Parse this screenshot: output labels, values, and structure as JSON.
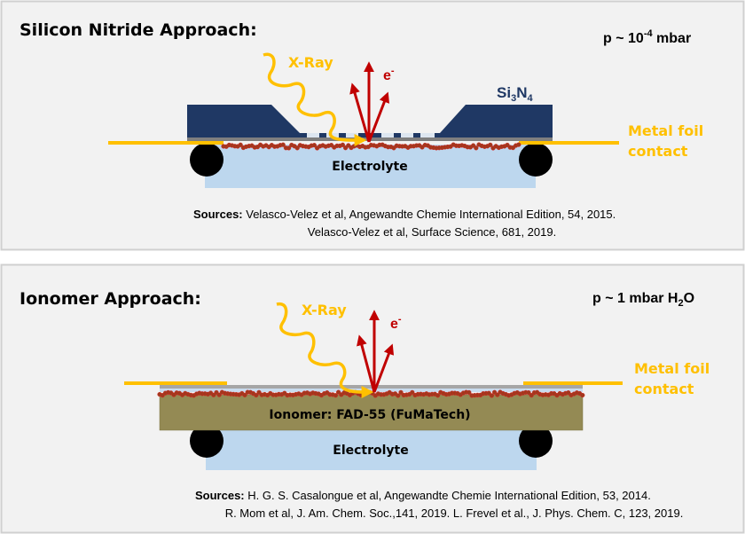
{
  "colors": {
    "xray": "#ffc000",
    "electron": "#c00000",
    "si3n4": "#1f3864",
    "electrolyte": "#bdd7ee",
    "ionomer": "#948a54",
    "particles": "#a0391e"
  },
  "top_panel": {
    "title": "Silicon Nitride Approach:",
    "pressure_prefix": "p ~ 10",
    "pressure_exp": "-4",
    "pressure_suffix": " mbar",
    "xray_label": "X-Ray",
    "electron_label": "e",
    "electron_sup": "-",
    "si3n4_label": {
      "si": "Si",
      "s1": "3",
      "n": "N",
      "s2": "4"
    },
    "foil_line1": "Metal foil",
    "foil_line2": "contact",
    "electrolyte_label": "Electrolyte",
    "sources_label": "Sources:",
    "sources_line1": " Velasco-Velez et al, Angewandte Chemie International Edition, 54, 2015.",
    "sources_line2": "Velasco-Velez et al, Surface Science, 681, 2019."
  },
  "bottom_panel": {
    "title": "Ionomer Approach:",
    "pressure_prefix": "p ~ 1 mbar H",
    "pressure_sub": "2",
    "pressure_suffix": "O",
    "xray_label": "X-Ray",
    "electron_label": "e",
    "electron_sup": "-",
    "foil_line1": "Metal foil",
    "foil_line2": "contact",
    "ionomer_label": "Ionomer: FAD-55 (FuMaTech)",
    "electrolyte_label": "Electrolyte",
    "sources_label": "Sources:",
    "sources_line1": " H. G. S. Casalongue et al, Angewandte Chemie International Edition, 53, 2014.",
    "sources_line2": "R. Mom et al, J. Am. Chem. Soc.,141, 2019. L. Frevel et al., J. Phys. Chem. C, 123, 2019."
  }
}
